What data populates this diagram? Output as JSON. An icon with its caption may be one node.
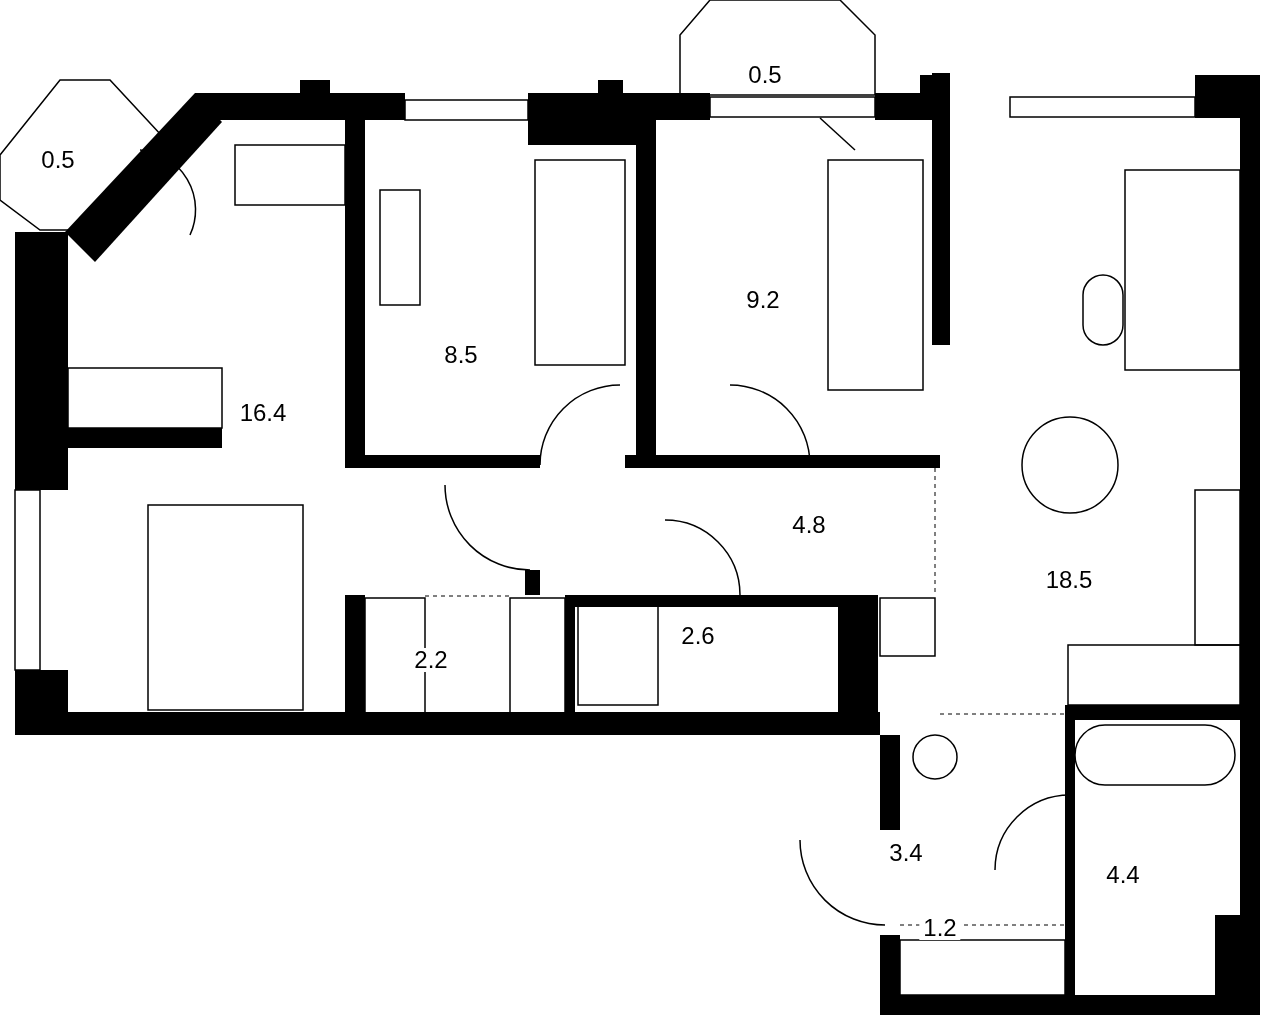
{
  "diagram": {
    "nodes": [
      {
        "text": [
          "0.5"
        ]
      },
      {
        "text": [
          "0.5"
        ]
      },
      {
        "text": [
          "9.2"
        ]
      },
      {
        "text": [
          "8.5"
        ]
      },
      {
        "text": [
          "16.4"
        ]
      },
      {
        "text": [
          "4.8"
        ]
      },
      {
        "text": [
          "18.5"
        ]
      },
      {
        "text": [
          "2.6"
        ]
      },
      {
        "text": [
          "2.2"
        ]
      },
      {
        "text": [
          "3.4"
        ]
      },
      {
        "text": [
          "4.4"
        ]
      },
      {
        "text": [
          "1.2"
        ]
      }
    ]
  }
}
